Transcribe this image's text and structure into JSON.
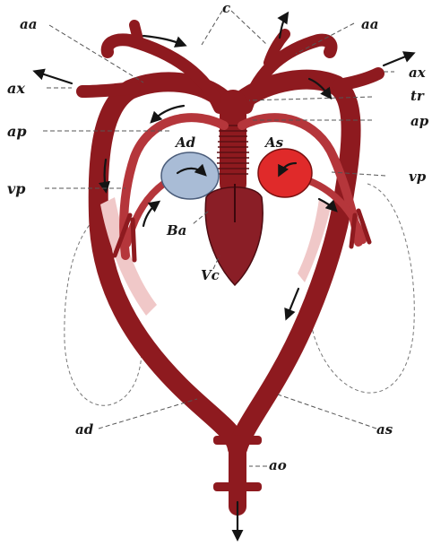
{
  "labels": {
    "c": "c",
    "aa_left": "aa",
    "aa_right": "aa",
    "ax_left": "ax",
    "ax_right": "ax",
    "tr": "tr",
    "ap_left": "ap",
    "ap_right": "ap",
    "vp_left": "vp",
    "vp_right": "vp",
    "ad_atrium": "Ad",
    "as_atrium": "As",
    "ba": "Ba",
    "vc": "Vc",
    "ad_aorta": "ad",
    "as_aorta": "as",
    "ao": "ao"
  },
  "colors": {
    "vessel": "#8e1a1f",
    "vessel_highlight": "#b5363b",
    "mixed_blood": "#f0c8c8",
    "right_atrium": "#a9bcd6",
    "left_atrium": "#e02a2a",
    "ventricle": "#8a1e26"
  }
}
